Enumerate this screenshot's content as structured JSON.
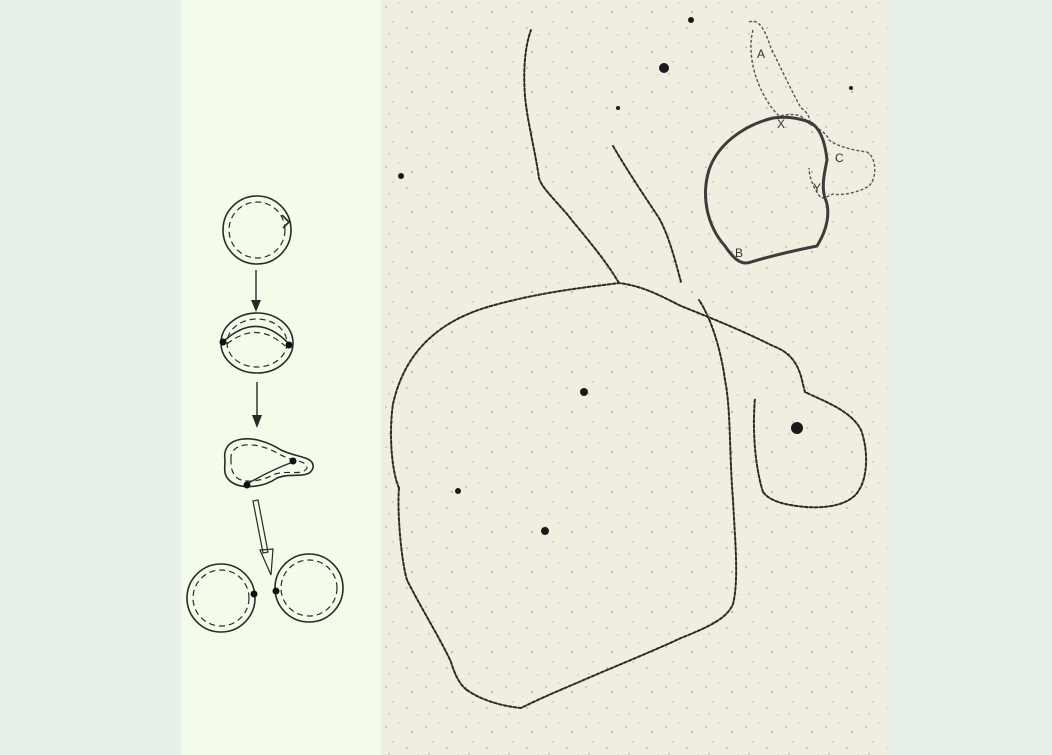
{
  "figure": {
    "tracing_labels": {
      "a": "A",
      "b": "B",
      "c": "C",
      "x": "X",
      "y": "Y"
    }
  },
  "colors": {
    "background": "#e6f0e8",
    "figure_background": "#f3fbea",
    "micrograph_background": "#f1ede0",
    "ink": "#2a2a2a",
    "tracing_ink": "#444444"
  }
}
